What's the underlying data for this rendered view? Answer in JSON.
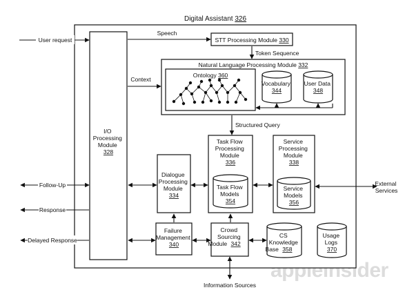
{
  "title": {
    "text": "Digital Assistant ",
    "num": "326"
  },
  "external": {
    "user_request": "User request",
    "follow_up": "Follow-Up",
    "response": "Response",
    "delayed_response": "Delayed Response",
    "external_services": [
      "External",
      "Services"
    ],
    "information_sources": "Information Sources"
  },
  "io": {
    "lines": [
      "I/O",
      "Processing",
      "Module"
    ],
    "num": "328"
  },
  "edges": {
    "speech": "Speech",
    "token_sequence": "Token Sequence",
    "context": "Context",
    "structured_query": "Structured Query"
  },
  "stt": {
    "text": "STT Processing Module ",
    "num": "330"
  },
  "nlp": {
    "text": "Natural Language Processing Module ",
    "num": "332"
  },
  "ontology": {
    "text": "Ontology ",
    "num": "360"
  },
  "vocabulary": {
    "lines": [
      "Vocabulary"
    ],
    "num": "344"
  },
  "user_data": {
    "lines": [
      "User Data"
    ],
    "num": "348"
  },
  "dialogue": {
    "lines": [
      "Dialogue",
      "Processing",
      "Module"
    ],
    "num": "334"
  },
  "task_flow": {
    "lines": [
      "Task Flow",
      "Processing",
      "Module"
    ],
    "num": "336"
  },
  "task_flow_models": {
    "lines": [
      "Task Flow",
      "Models"
    ],
    "num": "354"
  },
  "service": {
    "lines": [
      "Service",
      "Processing",
      "Module"
    ],
    "num": "338"
  },
  "service_models": {
    "lines": [
      "Service",
      "Models"
    ],
    "num": "356"
  },
  "failure": {
    "lines": [
      "Failure",
      "Management"
    ],
    "num": "340"
  },
  "crowd": {
    "lines": [
      "Crowd",
      "Sourcing",
      "Module"
    ],
    "num": "342"
  },
  "cs_kb": {
    "lines": [
      "CS",
      "Knowledge",
      "Base"
    ],
    "num": "358"
  },
  "usage_logs": {
    "lines": [
      "Usage",
      "Logs"
    ],
    "num": "370"
  },
  "watermark": "appleinsider"
}
